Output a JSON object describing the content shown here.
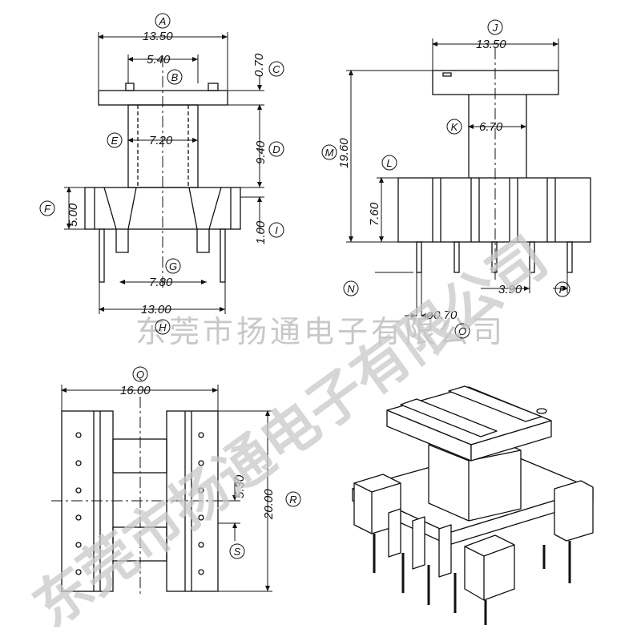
{
  "front_view": {
    "dims": {
      "a": "13.50",
      "b": "5.40",
      "c": "0.70",
      "d": "9.40",
      "e": "7.20",
      "f": "5.00",
      "g": "7.80",
      "h": "13.00",
      "i": "1.00"
    },
    "labels": {
      "a": "A",
      "b": "B",
      "c": "C",
      "d": "D",
      "e": "E",
      "f": "F",
      "g": "G",
      "h": "H",
      "i": "I"
    }
  },
  "side_view": {
    "dims": {
      "j": "13.50",
      "k": "6.70",
      "l": "7.60",
      "m": "19.60",
      "o": "ø0.70",
      "p": "3.90"
    },
    "labels": {
      "j": "J",
      "k": "K",
      "l": "L",
      "m": "M",
      "n": "N",
      "o": "O",
      "p": "P"
    }
  },
  "bottom_view": {
    "dims": {
      "q": "16.00",
      "r": "20.00",
      "s": "5.30"
    },
    "labels": {
      "q": "Q",
      "r": "R",
      "s": "S"
    }
  },
  "watermark": {
    "horizontal": "东莞市扬通电子有限公司",
    "diagonal": "东莞市扬通电子有限公司"
  }
}
